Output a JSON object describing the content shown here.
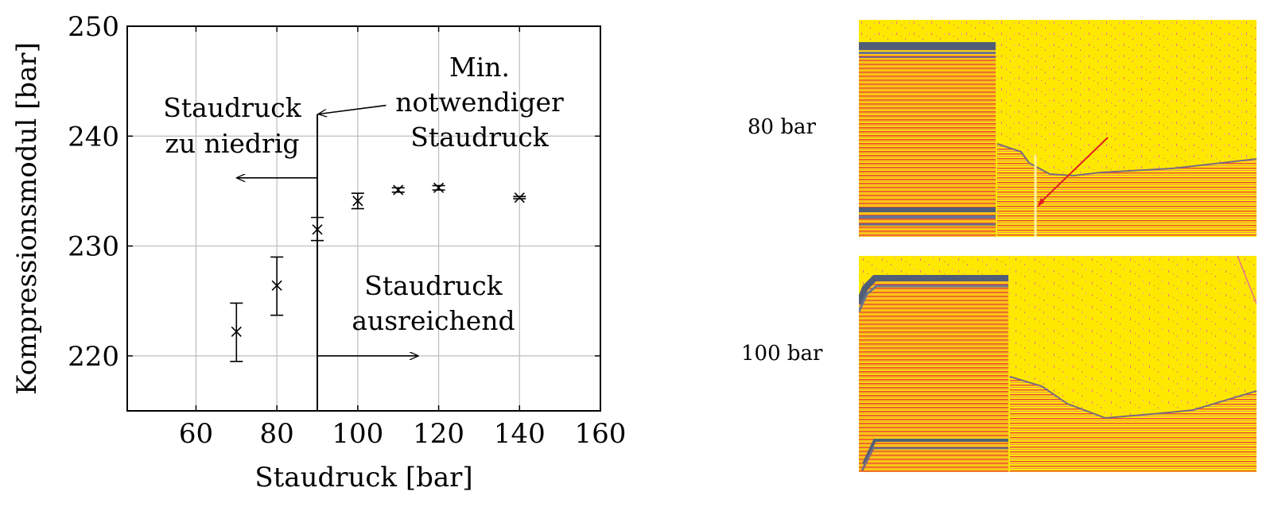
{
  "chart_data": {
    "type": "scatter",
    "xlabel": "Staudruck [bar]",
    "ylabel": "Kompressionsmodul [bar]",
    "xlim": [
      43,
      160
    ],
    "ylim": [
      215,
      250
    ],
    "xticks": [
      "60",
      "80",
      "100",
      "120",
      "140",
      "160"
    ],
    "yticks": [
      "220",
      "230",
      "240",
      "250"
    ],
    "grid": true,
    "points": [
      {
        "x": 70,
        "y": 222.2,
        "err_low": 219.5,
        "err_high": 224.8
      },
      {
        "x": 80,
        "y": 226.4,
        "err_low": 223.7,
        "err_high": 229.0
      },
      {
        "x": 90,
        "y": 231.5,
        "err_low": 230.5,
        "err_high": 232.6
      },
      {
        "x": 100,
        "y": 234.1,
        "err_low": 233.4,
        "err_high": 234.8
      },
      {
        "x": 110,
        "y": 235.1,
        "err_low": 234.9,
        "err_high": 235.3
      },
      {
        "x": 120,
        "y": 235.3,
        "err_low": 235.1,
        "err_high": 235.5
      },
      {
        "x": 140,
        "y": 234.4,
        "err_low": 234.3,
        "err_high": 234.5
      }
    ],
    "threshold_x": 90,
    "annotations": {
      "left_region": [
        "Staudruck",
        "zu niedrig"
      ],
      "min_label": [
        "Min.",
        "notwendiger",
        "Staudruck"
      ],
      "right_region": [
        "Staudruck",
        "ausreichend"
      ]
    }
  },
  "images": {
    "top_label": "80 bar",
    "bottom_label": "100 bar",
    "colors": {
      "background": "#FFE800",
      "stripe_dark": "#525E78",
      "stripe_red": "#E8473A",
      "arrow": "#E02020"
    }
  }
}
